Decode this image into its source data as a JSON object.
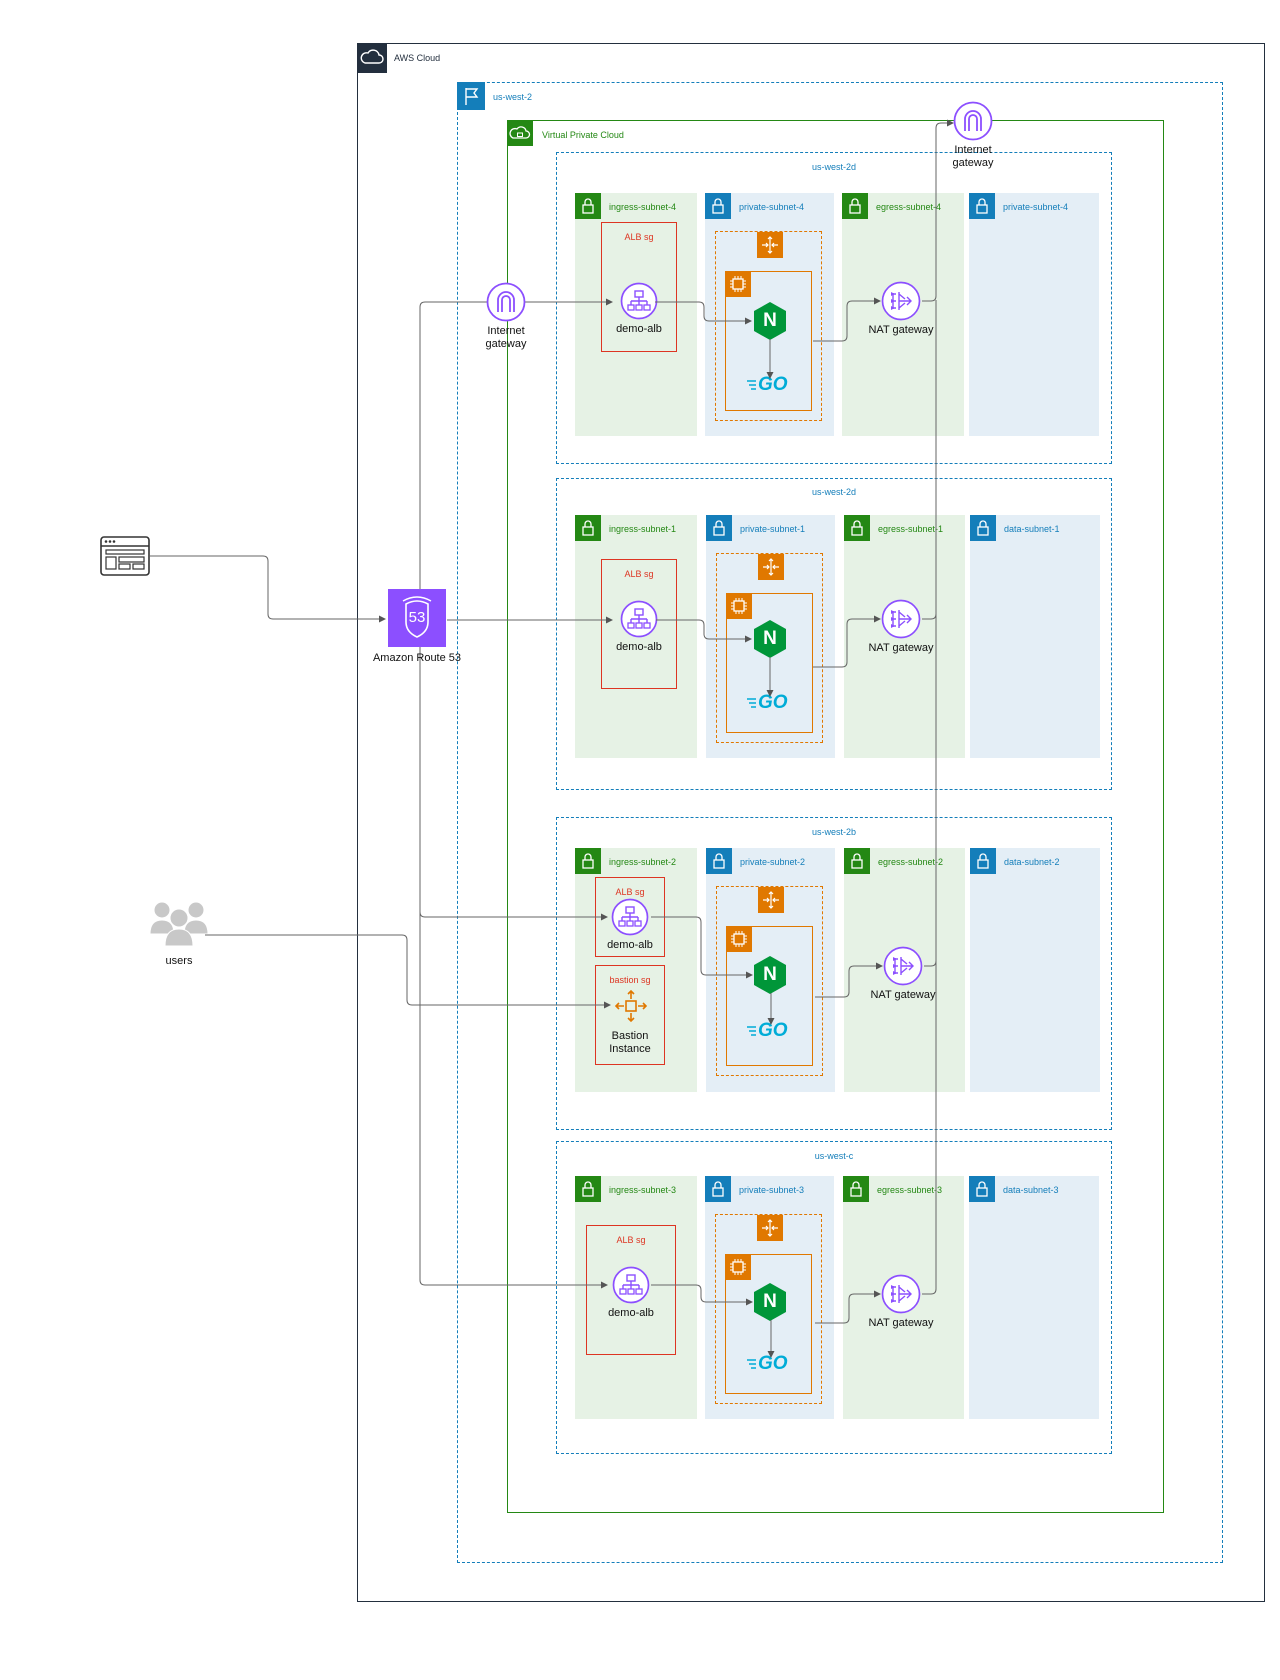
{
  "aws_cloud": {
    "label": "AWS Cloud"
  },
  "region": {
    "label": "us-west-2"
  },
  "vpc": {
    "label": "Virtual Private Cloud"
  },
  "top_igw": {
    "label_line1": "Internet",
    "label_line2": "gateway"
  },
  "left_igw": {
    "label_line1": "Internet",
    "label_line2": "gateway"
  },
  "route53": {
    "label": "Amazon Route 53",
    "badge": "53"
  },
  "users": {
    "label": "users"
  },
  "azs": [
    {
      "label": "us-west-2d",
      "ingress": "ingress-subnet-4",
      "private": "private-subnet-4",
      "egress": "egress-subnet-4",
      "data": "private-subnet-4",
      "alb_sg": "ALB sg",
      "alb": "demo-alb",
      "nat": "NAT gateway"
    },
    {
      "label": "us-west-2d",
      "ingress": "ingress-subnet-1",
      "private": "private-subnet-1",
      "egress": "egress-subnet-1",
      "data": "data-subnet-1",
      "alb_sg": "ALB sg",
      "alb": "demo-alb",
      "nat": "NAT gateway"
    },
    {
      "label": "us-west-2b",
      "ingress": "ingress-subnet-2",
      "private": "private-subnet-2",
      "egress": "egress-subnet-2",
      "data": "data-subnet-2",
      "alb_sg": "ALB sg",
      "alb": "demo-alb",
      "nat": "NAT gateway",
      "bastion_sg": "bastion sg",
      "bastion_line1": "Bastion",
      "bastion_line2": "Instance"
    },
    {
      "label": "us-west-c",
      "ingress": "ingress-subnet-3",
      "private": "private-subnet-3",
      "egress": "egress-subnet-3",
      "data": "data-subnet-3",
      "alb_sg": "ALB sg",
      "alb": "demo-alb",
      "nat": "NAT gateway"
    }
  ],
  "nginx_letter": "N",
  "go_text": "GO",
  "colors": {
    "aws_border": "#232f3e",
    "region_blue": "#147eba",
    "vpc_green": "#248814",
    "green_fill": "#e6f2e5",
    "blue_fill": "#e4eef6",
    "purple": "#8c4fff",
    "route53_fill": "#8c4fff",
    "orange": "#e07800",
    "sg_red": "#dd3522",
    "nginx_green": "#009639",
    "go_blue": "#00acd7"
  }
}
